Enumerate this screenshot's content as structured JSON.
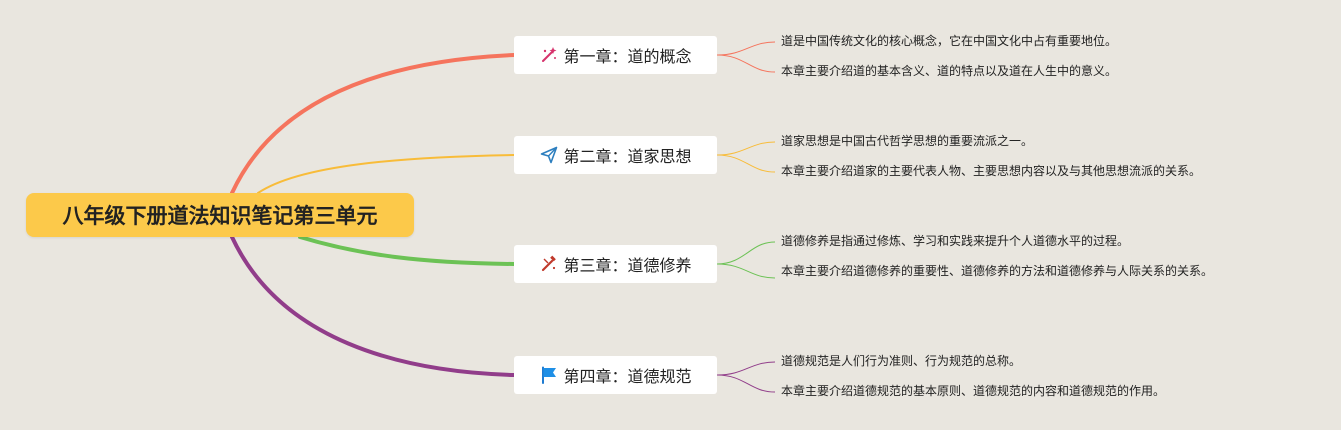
{
  "root": {
    "title": "八年级下册道法知识笔记第三单元"
  },
  "colors": {
    "background": "#e9e6df",
    "root_fill": "#fcc94a",
    "branch_1": "#f5745d",
    "branch_2": "#f8bc39",
    "branch_3": "#6cc255",
    "branch_4": "#913d8a"
  },
  "chapters": [
    {
      "title": "第一章：道的概念",
      "icon": "magic-wand-icon",
      "notes": [
        "道是中国传统文化的核心概念，它在中国文化中占有重要地位。",
        "本章主要介绍道的基本含义、道的特点以及道在人生中的意义。"
      ]
    },
    {
      "title": "第二章：道家思想",
      "icon": "paper-plane-icon",
      "notes": [
        "道家思想是中国古代哲学思想的重要流派之一。",
        "本章主要介绍道家的主要代表人物、主要思想内容以及与其他思想流派的关系。"
      ]
    },
    {
      "title": "第三章：道德修养",
      "icon": "tools-icon",
      "notes": [
        "道德修养是指通过修炼、学习和实践来提升个人道德水平的过程。",
        "本章主要介绍道德修养的重要性、道德修养的方法和道德修养与人际关系的关系。"
      ]
    },
    {
      "title": "第四章：道德规范",
      "icon": "flag-icon",
      "notes": [
        "道德规范是人们行为准则、行为规范的总称。",
        "本章主要介绍道德规范的基本原则、道德规范的内容和道德规范的作用。"
      ]
    }
  ]
}
